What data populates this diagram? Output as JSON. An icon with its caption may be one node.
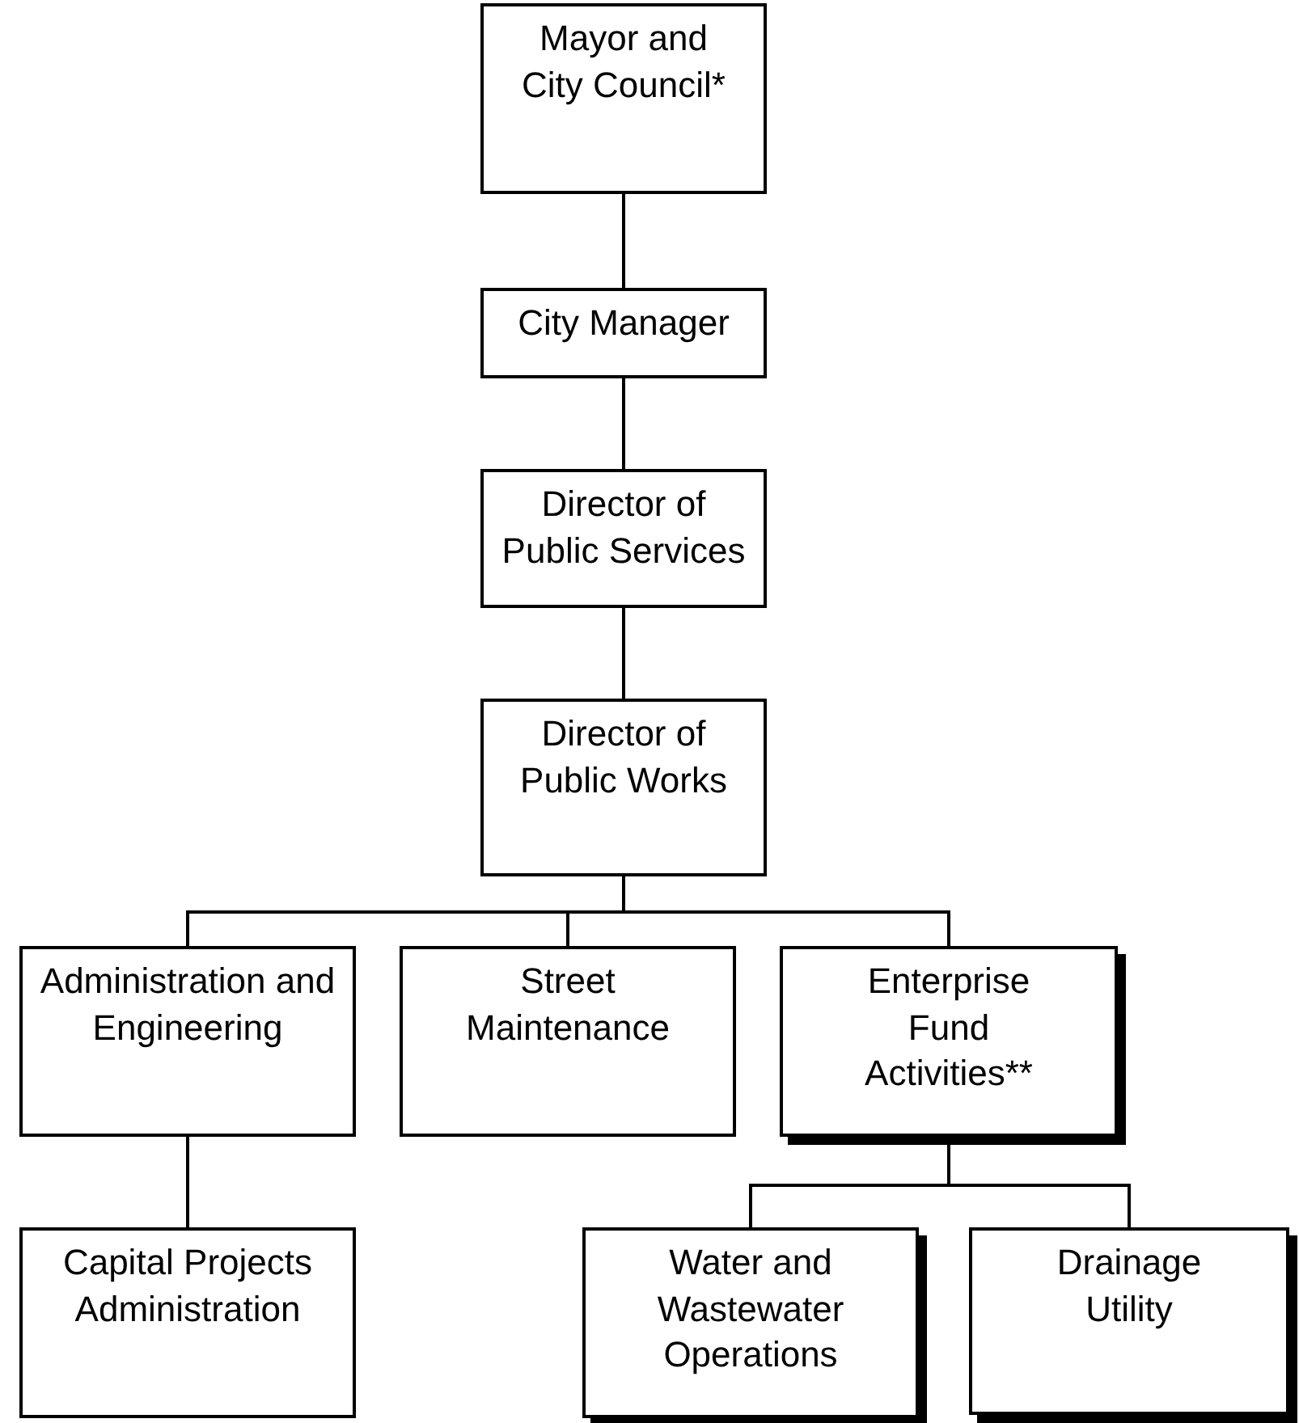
{
  "diagram": {
    "nodes": [
      {
        "text": [
          "Mayor and City Council*"
        ]
      },
      {
        "text": [
          "City Manager"
        ]
      },
      {
        "text": [
          "Director of Public Services"
        ]
      },
      {
        "text": [
          "Director of Public Works"
        ]
      },
      {
        "text": [
          "Administration and Engineering"
        ]
      },
      {
        "text": [
          "Street Maintenance"
        ]
      },
      {
        "text": [
          "Enterprise Fund Activities**"
        ]
      },
      {
        "text": [
          "Capital Projects Administration"
        ]
      },
      {
        "text": [
          "Water and Wastewater Operations"
        ]
      },
      {
        "text": [
          "Drainage Utility"
        ]
      }
    ],
    "edges": [
      {
        "from": 0,
        "to": 1,
        "arrow": "none"
      },
      {
        "from": 1,
        "to": 2,
        "arrow": "none"
      },
      {
        "from": 2,
        "to": 3,
        "arrow": "none"
      },
      {
        "from": 3,
        "to": 4,
        "arrow": "none"
      },
      {
        "from": 3,
        "to": 5,
        "arrow": "none"
      },
      {
        "from": 3,
        "to": 6,
        "arrow": "none"
      },
      {
        "from": 4,
        "to": 7,
        "arrow": "none"
      },
      {
        "from": 6,
        "to": 8,
        "arrow": "none"
      },
      {
        "from": 6,
        "to": 9,
        "arrow": "none"
      }
    ]
  }
}
